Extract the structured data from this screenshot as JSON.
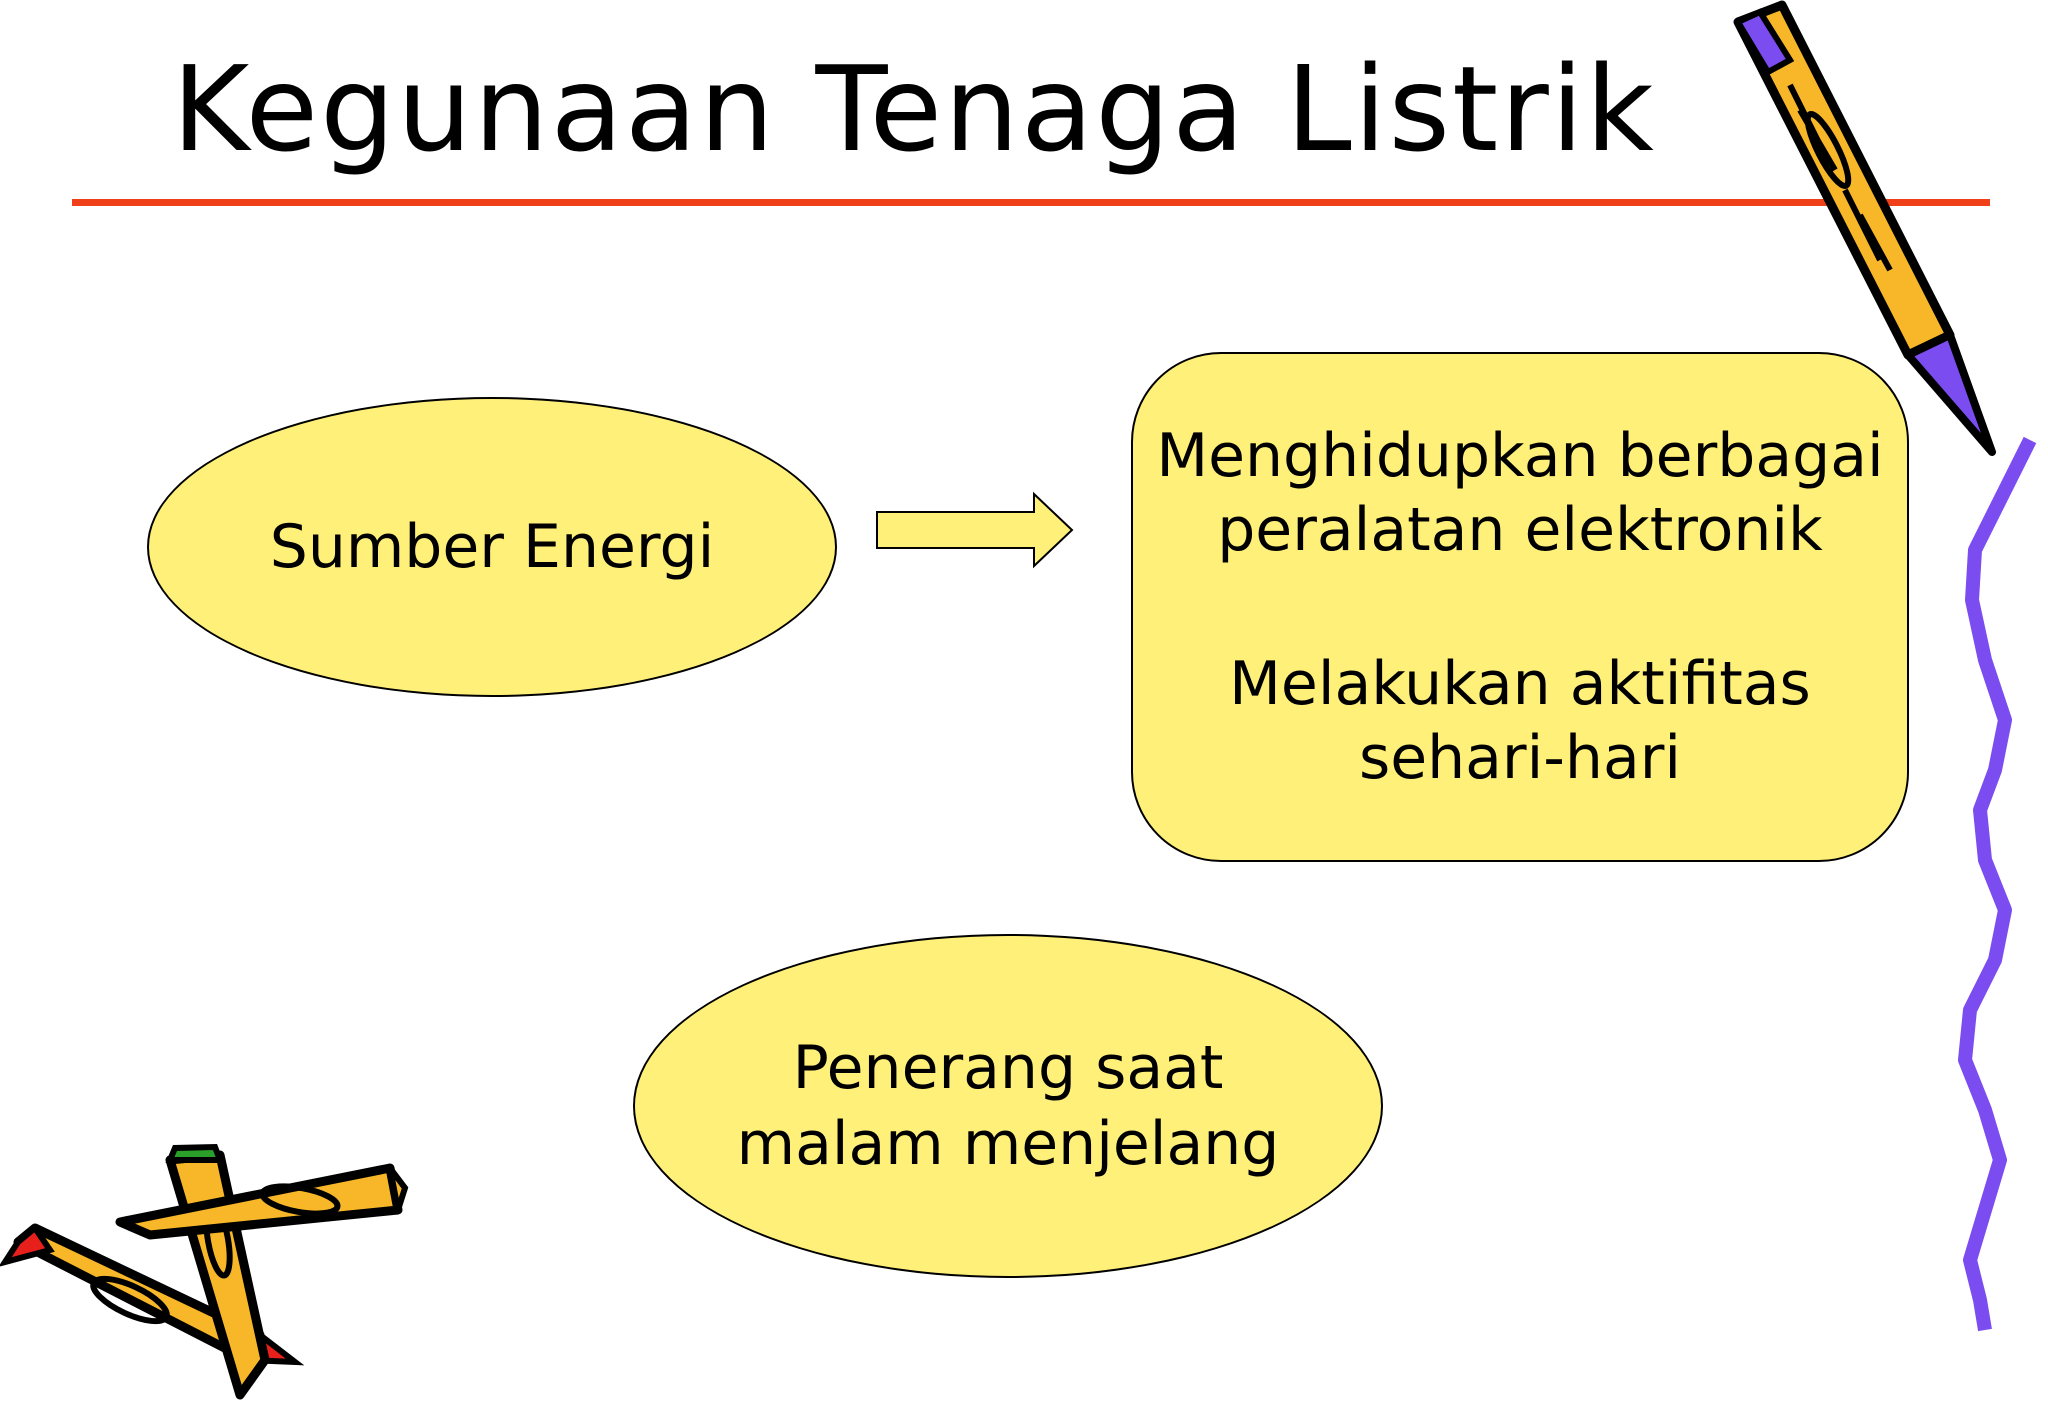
{
  "title": "Kegunaan Tenaga Listrik",
  "nodes": {
    "source": "Sumber Energi",
    "uses": {
      "line1": "Menghidupkan berbagai",
      "line2": "peralatan elektronik",
      "line3": "Melakukan aktifitas",
      "line4": "sehari-hari"
    },
    "lighting": {
      "line1": "Penerang saat",
      "line2": "malam menjelang"
    }
  },
  "colors": {
    "node_fill": "#fff07a",
    "title_rule": "#f0401a",
    "squiggle": "#7b4cf0",
    "pencil_body": "#f7b728"
  },
  "icons": [
    "pencil-icon",
    "crossed-pencils-icon",
    "squiggle-line"
  ]
}
